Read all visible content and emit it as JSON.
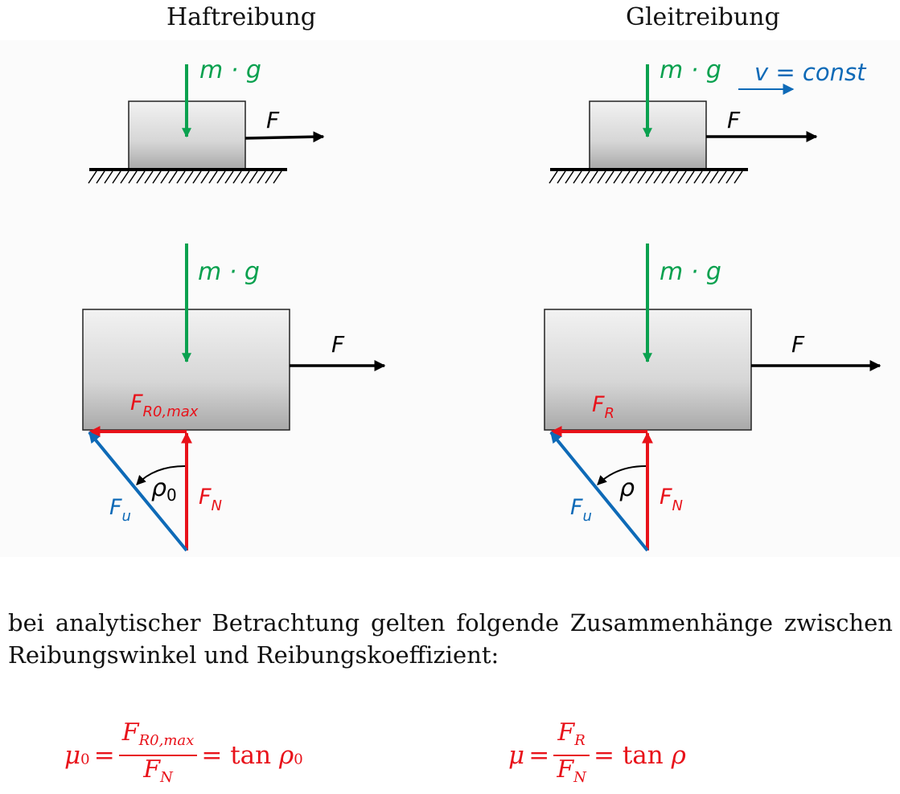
{
  "headings": {
    "left": "Haftreibung",
    "right": "Gleitreibung"
  },
  "labels": {
    "weight": "m · g",
    "force": "F",
    "velocity": "v = const",
    "friction_static_main": "F",
    "friction_static_sub": "R0,max",
    "friction_sliding_main": "F",
    "friction_sliding_sub": "R",
    "normal_main": "F",
    "normal_sub": "N",
    "resultant_main": "F",
    "resultant_sub": "u",
    "angle_static_main": "ρ",
    "angle_static_sub": "0",
    "angle_sliding": "ρ"
  },
  "paragraph": "bei analytischer Betrachtung gelten folgende Zusammenhänge zwischen Reibungswinkel und Reibungskoeffizient:",
  "formulas": {
    "static": {
      "lhs_main": "μ",
      "lhs_sub": "0",
      "num_main": "F",
      "num_sub": "R0,max",
      "den_main": "F",
      "den_sub": "N",
      "rhs_tan": "= tan ",
      "rhs_main": "ρ",
      "rhs_sub": "0",
      "eq": "="
    },
    "sliding": {
      "lhs_main": "μ",
      "num_main": "F",
      "num_sub": "R",
      "den_main": "F",
      "den_sub": "N",
      "rhs_tan": "= tan ",
      "rhs_main": "ρ",
      "eq": "="
    }
  },
  "colors": {
    "green": "#0aa14f",
    "red": "#e8121a",
    "blue": "#0e6ab7",
    "black": "#000000"
  }
}
